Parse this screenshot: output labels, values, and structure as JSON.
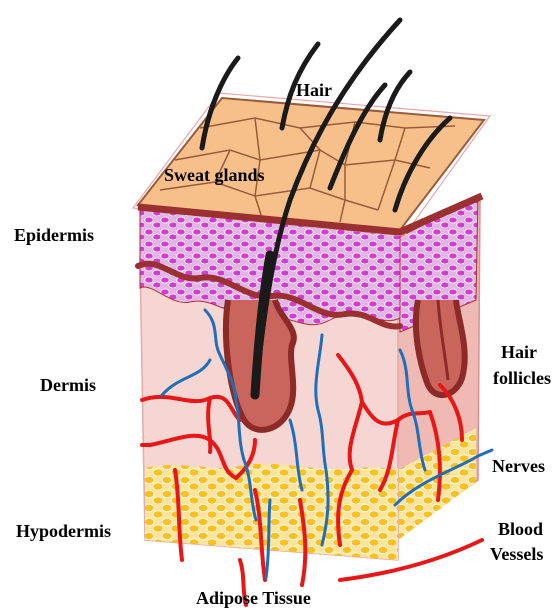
{
  "labels": {
    "hair": "Hair",
    "sweat_glands": "Sweat glands",
    "epidermis": "Epidermis",
    "dermis": "Dermis",
    "hypodermis": "Hypodermis",
    "hair_follicles_line1": "Hair",
    "hair_follicles_line2": "follicles",
    "nerves": "Nerves",
    "blood_vessels_line1": "Blood",
    "blood_vessels_line2": "Vessels",
    "adipose_tissue": "Adipose Tissue"
  },
  "colors": {
    "surface": "#f7c08a",
    "surface_outline": "#9a5b3a",
    "epidermis_cells": "#d63ad6",
    "epidermis_band": "#9b3030",
    "dermis": "#f6d6d2",
    "dermis_side": "#efb9b4",
    "adipose": "#f7c21e",
    "blood_vessel": "#e81616",
    "nerve": "#1f6fb8",
    "hair": "#1a1a1a",
    "follicle": "#8b2a26"
  }
}
